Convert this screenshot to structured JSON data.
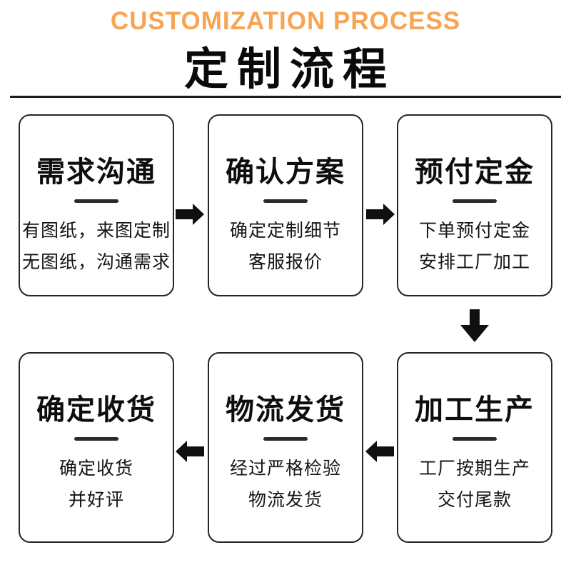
{
  "header": {
    "subtitle": "CUSTOMIZATION PROCESS",
    "title": "定制流程"
  },
  "colors": {
    "accent_orange": "#F7A455",
    "text_black": "#111111",
    "card_border": "#252525"
  },
  "steps": [
    {
      "title": "需求沟通",
      "lines": [
        "有图纸，来图定制",
        "无图纸，沟通需求"
      ]
    },
    {
      "title": "确认方案",
      "lines": [
        "确定定制细节",
        "客服报价"
      ]
    },
    {
      "title": "预付定金",
      "lines": [
        "下单预付定金",
        "安排工厂加工"
      ]
    },
    {
      "title": "加工生产",
      "lines": [
        "工厂按期生产",
        "交付尾款"
      ]
    },
    {
      "title": "物流发货",
      "lines": [
        "经过严格检验",
        "物流发货"
      ]
    },
    {
      "title": "确定收货",
      "lines": [
        "确定收货",
        "并好评"
      ]
    }
  ],
  "icons": {
    "flow_arrows": [
      "arrow-right",
      "arrow-right",
      "arrow-down",
      "arrow-left",
      "arrow-left"
    ]
  }
}
